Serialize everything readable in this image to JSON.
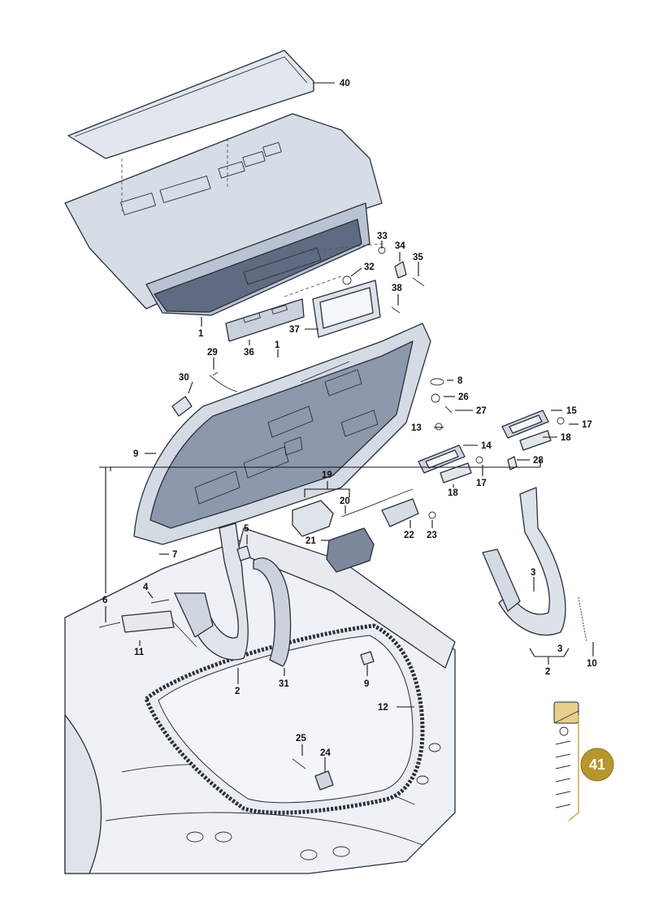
{
  "diagram": {
    "callouts": [
      {
        "id": "c40a",
        "text": "40"
      },
      {
        "id": "c33",
        "text": "33"
      },
      {
        "id": "c34",
        "text": "34"
      },
      {
        "id": "c35",
        "text": "35"
      },
      {
        "id": "c32",
        "text": "32"
      },
      {
        "id": "c38",
        "text": "38"
      },
      {
        "id": "c37",
        "text": "37"
      },
      {
        "id": "c1a",
        "text": "1"
      },
      {
        "id": "c36",
        "text": "36"
      },
      {
        "id": "c1b",
        "text": "1"
      },
      {
        "id": "c29",
        "text": "29"
      },
      {
        "id": "c30",
        "text": "30"
      },
      {
        "id": "c8",
        "text": "8"
      },
      {
        "id": "c26",
        "text": "26"
      },
      {
        "id": "c27",
        "text": "27"
      },
      {
        "id": "c15",
        "text": "15"
      },
      {
        "id": "c17a",
        "text": "17"
      },
      {
        "id": "c13",
        "text": "13"
      },
      {
        "id": "c14",
        "text": "14"
      },
      {
        "id": "c18a",
        "text": "18"
      },
      {
        "id": "c9a",
        "text": "9"
      },
      {
        "id": "c28",
        "text": "28"
      },
      {
        "id": "c17b",
        "text": "17"
      },
      {
        "id": "c18b",
        "text": "18"
      },
      {
        "id": "c19",
        "text": "19"
      },
      {
        "id": "c20",
        "text": "20"
      },
      {
        "id": "c21",
        "text": "21"
      },
      {
        "id": "c22",
        "text": "22"
      },
      {
        "id": "c23",
        "text": "23"
      },
      {
        "id": "c5",
        "text": "5"
      },
      {
        "id": "c7",
        "text": "7"
      },
      {
        "id": "c4",
        "text": "4"
      },
      {
        "id": "c6",
        "text": "6"
      },
      {
        "id": "c11",
        "text": "11"
      },
      {
        "id": "c2a",
        "text": "2"
      },
      {
        "id": "c31",
        "text": "31"
      },
      {
        "id": "c9b",
        "text": "9"
      },
      {
        "id": "c12",
        "text": "12"
      },
      {
        "id": "c3a",
        "text": "3"
      },
      {
        "id": "c3b",
        "text": "3"
      },
      {
        "id": "c2b",
        "text": "2"
      },
      {
        "id": "c10",
        "text": "10"
      },
      {
        "id": "c25",
        "text": "25"
      },
      {
        "id": "c24",
        "text": "24"
      }
    ],
    "badge": {
      "text": "41",
      "color": "#b8962e"
    },
    "colors": {
      "panel": "#d7dde6",
      "panel_dark": "#9aa6b8",
      "part_light": "#e4e8ee",
      "accent_box": "#e9cf8e",
      "body_shell": "#eef1f5"
    }
  }
}
